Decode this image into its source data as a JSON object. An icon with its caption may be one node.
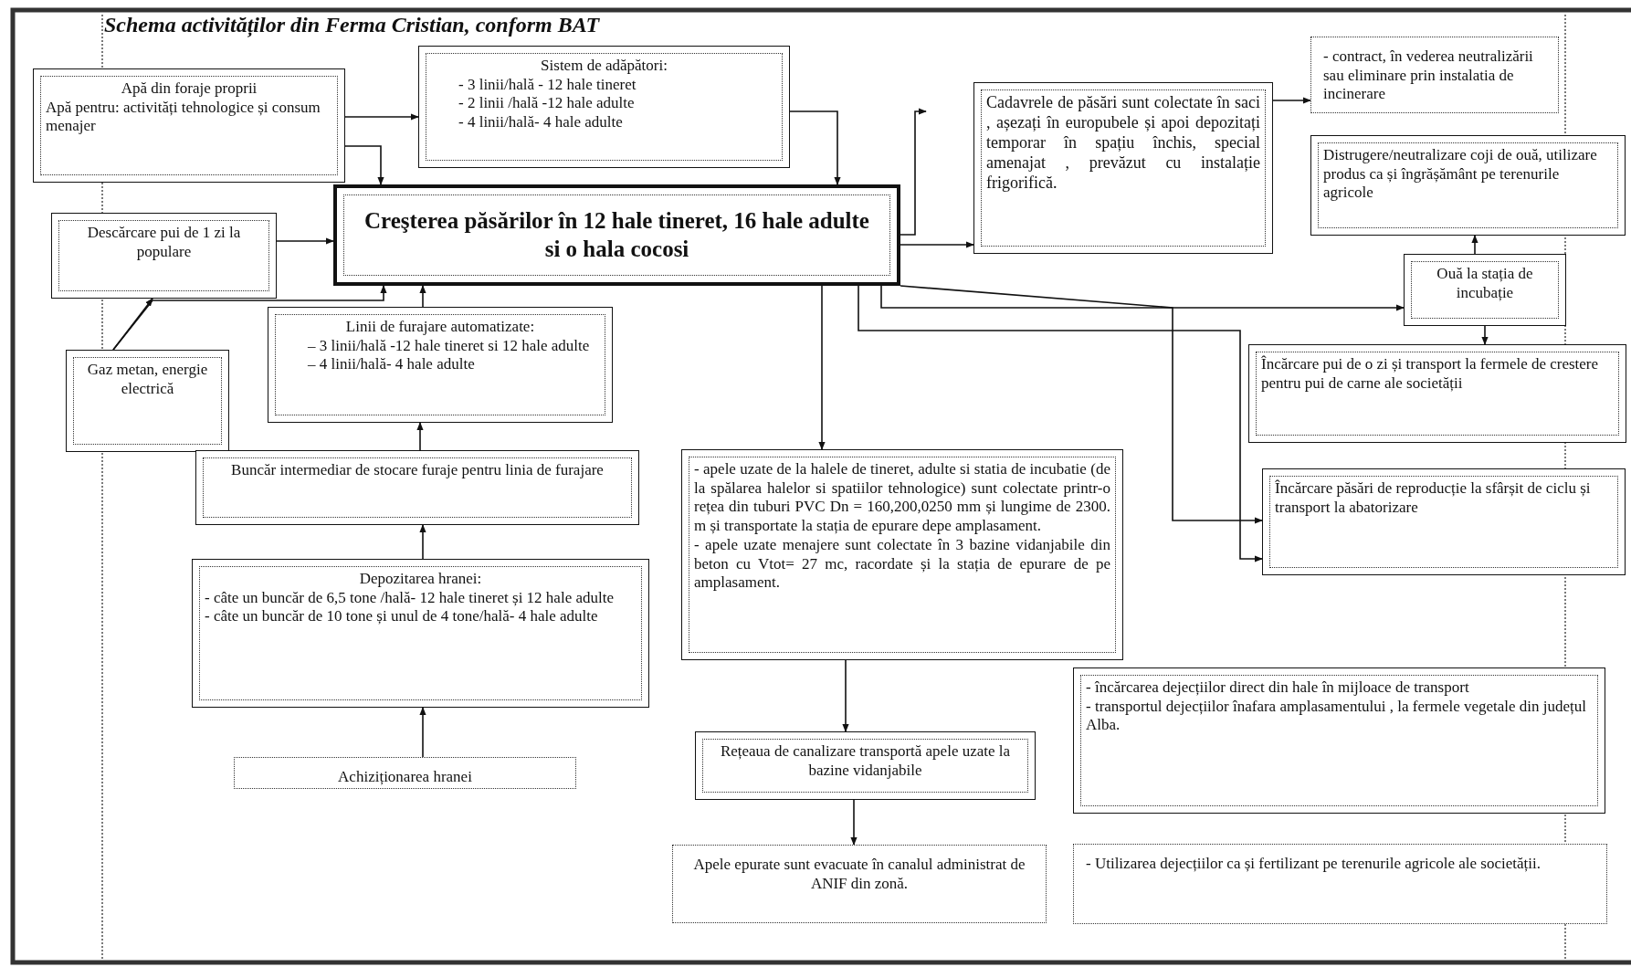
{
  "diagram": {
    "title": "Schema activităților din Ferma Cristian, conform BAT",
    "nodes": [
      {
        "text": [
          "Apă din foraje proprii",
          "Apă pentru: activități tehnologice și consum menajer"
        ]
      },
      {
        "text": [
          "Sistem de adăpători:",
          "- 3 linii/hală - 12 hale tineret",
          "- 2 linii /hală -12 hale adulte",
          "- 4 linii/hală- 4 hale adulte"
        ]
      },
      {
        "text": [
          "Creşterea păsărilor în 12 hale tineret, 16 hale adulte si o hala cocosi"
        ]
      },
      {
        "text": [
          "Descărcare pui de 1 zi la populare"
        ]
      },
      {
        "text": [
          "Gaz metan, energie electrică"
        ]
      },
      {
        "text": [
          "Linii de furajare automatizate:",
          "– 3 linii/hală -12 hale tineret si 12 hale adulte",
          "– 4 linii/hală- 4 hale adulte"
        ]
      },
      {
        "text": [
          "Buncăr intermediar de stocare furaje pentru linia de furajare"
        ]
      },
      {
        "text": [
          "Depozitarea hranei:",
          "- câte un buncăr de 6,5 tone /hală- 12 hale tineret și 12 hale adulte",
          "- câte un buncăr de 10 tone și unul de 4 tone/hală- 4 hale adulte"
        ]
      },
      {
        "text": [
          "Achiziționarea hranei"
        ]
      },
      {
        "text": [
          "Cadavrele de păsări sunt colectate în saci , așezați în europubele și apoi depozitați temporar în spațiu închis, special amenajat , prevăzut cu instalație frigorifică."
        ]
      },
      {
        "text": [
          "- contract, în vederea neutralizării sau eliminare prin instalatia de incinerare"
        ]
      },
      {
        "text": [
          "Distrugere/neutralizare coji de ouă, utilizare produs ca și îngrășământ pe terenurile agricole"
        ]
      },
      {
        "text": [
          "Ouă la stația de incubație"
        ]
      },
      {
        "text": [
          "Încărcare pui de o zi și transport la fermele de crestere pentru pui de carne ale societății"
        ]
      },
      {
        "text": [
          "- apele uzate de la halele de tineret, adulte si statia de incubatie (de la spălarea halelor si spatiilor tehnologice) sunt colectate printr-o rețea din tuburi PVC Dn = 160,200,0250 mm și lungime de 2300. m și transportate la stația de epurare depe amplasament.",
          "- apele uzate menajere sunt colectate în 3 bazine vidanjabile din beton cu Vtot= 27 mc, racordate și la stația de epurare de pe amplasament."
        ]
      },
      {
        "text": [
          "Încărcare păsări de reproducție la sfârșit de ciclu și transport la abatorizare"
        ]
      },
      {
        "text": [
          "Rețeaua de canalizare transportă apele uzate la bazine vidanjabile"
        ]
      },
      {
        "text": [
          "Apele epurate sunt evacuate în canalul administrat de ANIF din zonă."
        ]
      },
      {
        "text": [
          "- încărcarea dejecțiilor direct din hale în mijloace de transport",
          "- transportul dejecțiilor înafara amplasamentului , la fermele vegetale din județul Alba."
        ]
      },
      {
        "text": [
          "- Utilizarea dejecțiilor ca și fertilizant pe terenurile agricole ale societății."
        ]
      }
    ],
    "edges": [
      {
        "from": 0,
        "to": 1,
        "arrow": "to"
      },
      {
        "from": 0,
        "to": 2,
        "arrow": "to"
      },
      {
        "from": 1,
        "to": 2,
        "arrow": "to"
      },
      {
        "from": 2,
        "to": null,
        "arrow": "to"
      },
      {
        "from": 2,
        "to": 9,
        "arrow": "to"
      },
      {
        "from": 9,
        "to": 10,
        "arrow": "to"
      },
      {
        "from": 3,
        "to": 2,
        "arrow": "to"
      },
      {
        "from": 4,
        "to": 3,
        "arrow": "to"
      },
      {
        "from": 4,
        "to": 2,
        "arrow": "to"
      },
      {
        "from": 5,
        "to": 2,
        "arrow": "to"
      },
      {
        "from": 6,
        "to": 5,
        "arrow": "to"
      },
      {
        "from": 7,
        "to": 6,
        "arrow": "to"
      },
      {
        "from": 8,
        "to": 7,
        "arrow": "to"
      },
      {
        "from": 2,
        "to": 14,
        "arrow": "to"
      },
      {
        "from": 14,
        "to": 16,
        "arrow": "to"
      },
      {
        "from": 16,
        "to": 17,
        "arrow": "to"
      },
      {
        "from": 2,
        "to": 12,
        "arrow": "to"
      },
      {
        "from": 2,
        "to": 15,
        "arrow": "to"
      },
      {
        "from": 2,
        "to": 15,
        "arrow": "to"
      },
      {
        "from": 12,
        "to": 11,
        "arrow": "to"
      },
      {
        "from": 12,
        "to": 13,
        "arrow": "to"
      }
    ]
  }
}
